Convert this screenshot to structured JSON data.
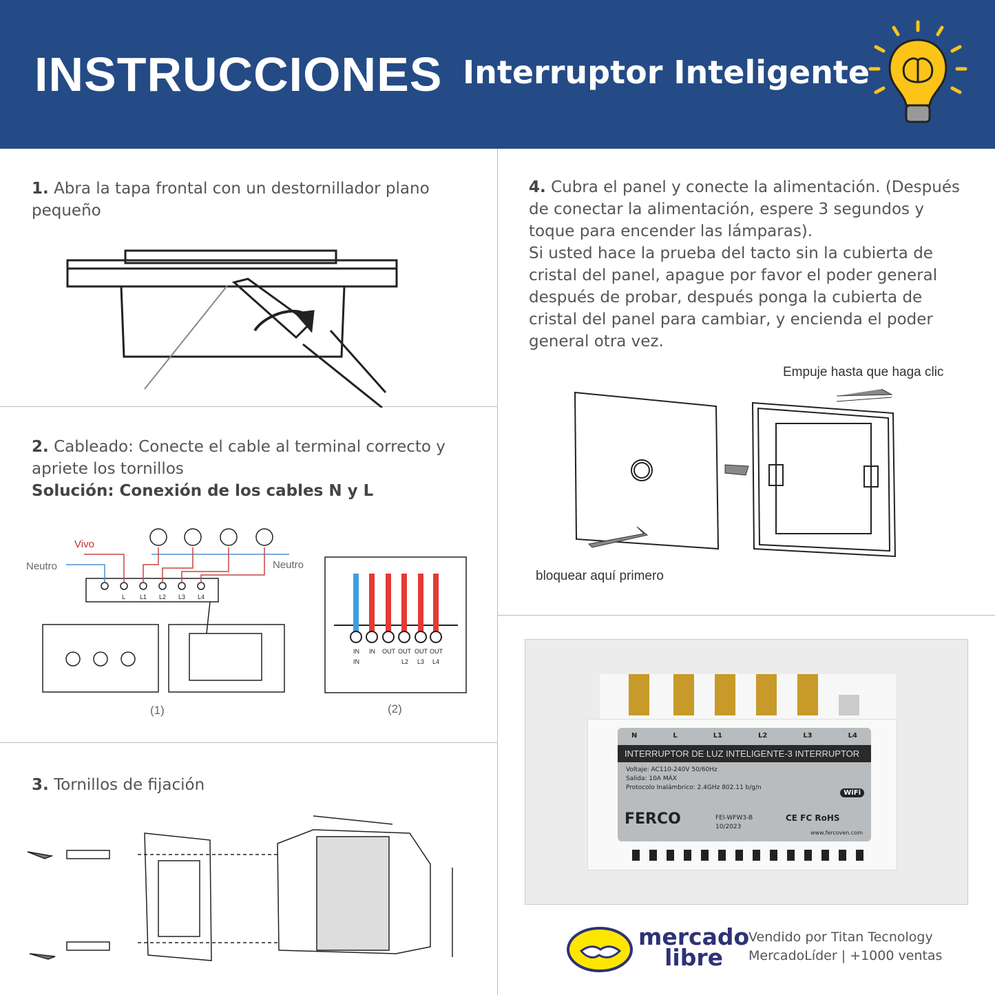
{
  "header": {
    "title": "INSTRUCCIONES",
    "subtitle": "Interruptor Inteligente",
    "icon": "lightbulb-brain-icon",
    "bg_color": "#244b86",
    "bulb_color": "#fcc419"
  },
  "steps": [
    {
      "num": "1.",
      "text": "Abra la tapa frontal con un destornillador plano pequeño"
    },
    {
      "num": "2.",
      "text": "Cableado: Conecte el cable al terminal correcto y apriete los tornillos",
      "solution": "Solución: Conexión de los cables N y L"
    },
    {
      "num": "3.",
      "text": "Tornillos de fijación"
    },
    {
      "num": "4.",
      "text": "Cubra el panel y conecte la alimentación. (Después de conectar la alimentación, espere 3 segundos y toque para encender las lámparas).",
      "text2": "Si usted hace la prueba del tacto sin la cubierta de cristal del panel, apague por favor el poder general después de probar, después ponga la cubierta de cristal del panel para cambiar, y encienda el poder general otra vez."
    }
  ],
  "wiring": {
    "vivo": "Vivo",
    "neutro_left": "Neutro",
    "neutro_right": "Neutro",
    "terminals": [
      "L",
      "L1",
      "L2",
      "L3",
      "L4"
    ],
    "fig1": "(1)",
    "fig2": "(2)",
    "io_top": [
      "IN",
      "IN",
      "OUT",
      "OUT",
      "OUT",
      "OUT"
    ],
    "io_bottom": [
      "IN",
      "",
      "L2",
      "L3",
      "L4",
      ""
    ]
  },
  "panel": {
    "push_label": "Empuje hasta que haga clic",
    "lock_label": "bloquear aquí primero"
  },
  "product_label": {
    "terminals": [
      "N",
      "L",
      "L1",
      "L2",
      "L3",
      "L4"
    ],
    "title": "INTERRUPTOR DE LUZ INTELIGENTE-3 INTERRUPTOR",
    "voltage": "Voltaje: AC110-240V 50/60Hz",
    "output": "Salida: 10A MÁX",
    "protocol": "Protocolo Inalámbrico: 2.4GHz 802.11 b/g/n",
    "brand": "FERCO",
    "model": "FEI-WFW3-B",
    "date": "10/2023",
    "certs": "CE FC RoHS",
    "wifi": "WiFi",
    "website": "www.fercoven.com"
  },
  "footer": {
    "logo_line1": "mercado",
    "logo_line2": "libre",
    "seller": "Vendido por Titan Tecnology",
    "status": "MercadoLíder | +1000 ventas"
  }
}
